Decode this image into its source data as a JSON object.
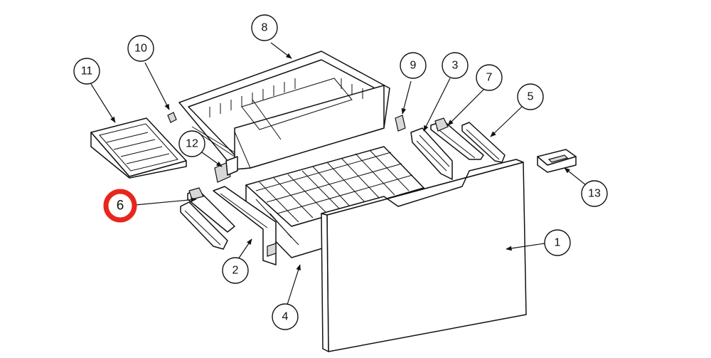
{
  "highlight_color": "#e8261c",
  "line_color": "#111111",
  "callouts": {
    "c1": "1",
    "c2": "2",
    "c3": "3",
    "c4": "4",
    "c5": "5",
    "c6": "6",
    "c7": "7",
    "c8": "8",
    "c9": "9",
    "c10": "10",
    "c11": "11",
    "c12": "12",
    "c13": "13"
  },
  "highlighted_callout": "6"
}
